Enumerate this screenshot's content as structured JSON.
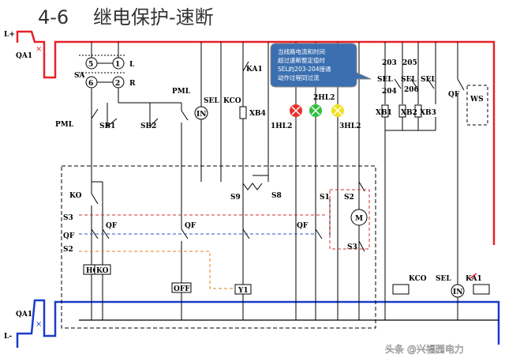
{
  "title": {
    "number": "4-6",
    "text": "继电保护-速断"
  },
  "bus": {
    "positive": "L+",
    "negative": "L-"
  },
  "breakers": {
    "top": "QA1",
    "bottom": "QA1"
  },
  "selector": {
    "label": "SA",
    "contacts": [
      "5",
      "1",
      "6",
      "2"
    ],
    "left": "L",
    "right": "R"
  },
  "top_labels": {
    "pml_left": "PML",
    "sb1": "SB1",
    "sb2": "SB2",
    "pml_right": "PML",
    "in1": "IN",
    "sel1": "SEL",
    "kco1": "KCO",
    "xb4": "XB4",
    "ka1": "KA1"
  },
  "lamps": {
    "l1": "1HL2",
    "l2": "2HL2",
    "l3": "3HL2"
  },
  "callout": [
    "当线路电流和时间",
    "超过速断整定值时",
    "SEL的203-204接通",
    "动作过程同过流"
  ],
  "right_group": {
    "n203": "203",
    "n204": "204",
    "n205": "205",
    "n206": "206",
    "sel_a": "SEL",
    "sel_b": "SEL",
    "sel_c": "SEL",
    "xb1": "XB1",
    "xb2": "XB2",
    "xb3": "XB3",
    "qf": "QF",
    "ws": "WS"
  },
  "mechanism": {
    "ko_top": "KO",
    "s3_left": "S3",
    "qf_left": "QF",
    "s2_left": "S2",
    "qf_a": "QF",
    "qf_b": "QF",
    "qf_c": "QF",
    "hq": "HQ",
    "ko_box": "KO",
    "off": "OFF",
    "y1": "Y1",
    "s9": "S9",
    "s8": "S8",
    "s1": "S1",
    "s2_right": "S2",
    "m": "M",
    "s3_right": "S3"
  },
  "bottom_right": {
    "kco": "KCO",
    "sel": "SEL",
    "ka1": "KA1",
    "in2": "IN"
  },
  "watermark": "头条 @兴福园电力",
  "colors": {
    "pos_bus": "#e8202a",
    "neg_bus": "#1a3cc8",
    "lamp_red": "#e83030",
    "lamp_green": "#30c040",
    "lamp_yellow": "#f0e020",
    "callout": "#3b6fb0"
  }
}
